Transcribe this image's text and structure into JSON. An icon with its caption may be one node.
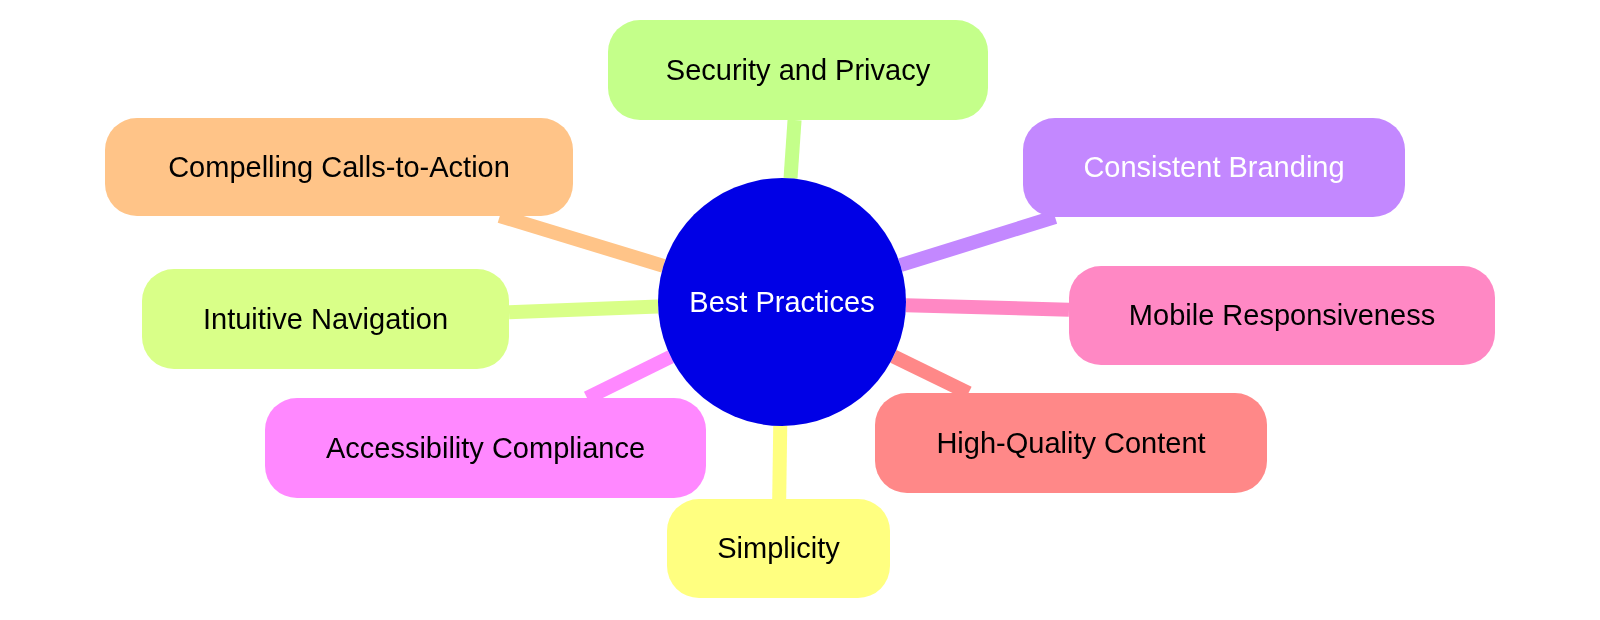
{
  "diagram": {
    "nodes": [
      {
        "text": [
          "Best Practices"
        ]
      },
      {
        "text": [
          "Security and Privacy"
        ]
      },
      {
        "text": [
          "Compelling Calls-to-Action"
        ]
      },
      {
        "text": [
          "Consistent Branding"
        ]
      },
      {
        "text": [
          "Intuitive Navigation"
        ]
      },
      {
        "text": [
          "Mobile Responsiveness"
        ]
      },
      {
        "text": [
          "Accessibility Compliance"
        ]
      },
      {
        "text": [
          "High-Quality Content"
        ]
      },
      {
        "text": [
          "Simplicity"
        ]
      }
    ],
    "edges": [
      {
        "from": 0,
        "to": 1,
        "arrow": "none",
        "color": "#c4ff8a"
      },
      {
        "from": 0,
        "to": 2,
        "arrow": "none",
        "color": "#ffc488"
      },
      {
        "from": 0,
        "to": 3,
        "arrow": "none",
        "color": "#c388ff"
      },
      {
        "from": 0,
        "to": 4,
        "arrow": "none",
        "color": "#d9ff88"
      },
      {
        "from": 0,
        "to": 5,
        "arrow": "none",
        "color": "#ff88c4"
      },
      {
        "from": 0,
        "to": 6,
        "arrow": "none",
        "color": "#ff88ff"
      },
      {
        "from": 0,
        "to": 7,
        "arrow": "none",
        "color": "#ff8888"
      },
      {
        "from": 0,
        "to": 8,
        "arrow": "none",
        "color": "#ffff80"
      }
    ]
  }
}
